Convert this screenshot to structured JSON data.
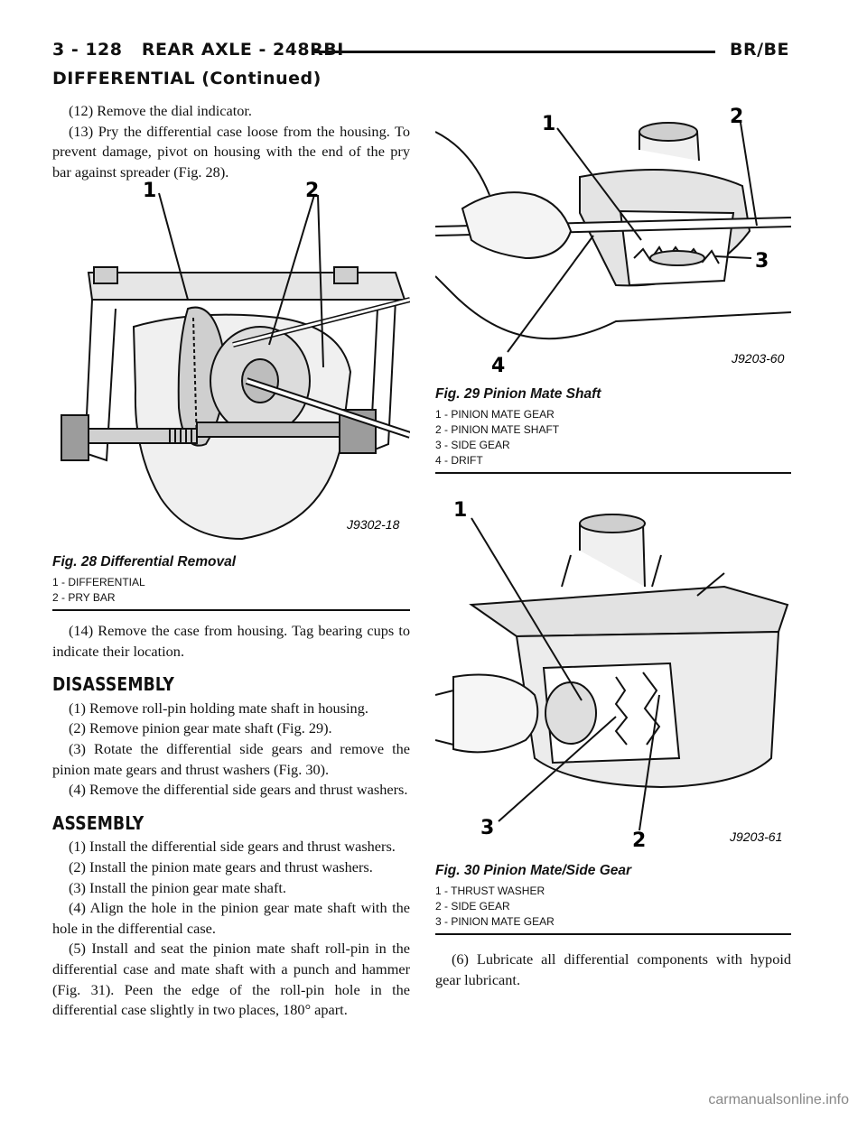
{
  "header": {
    "page": "3 - 128",
    "title": "REAR AXLE - 248RBI",
    "model": "BR/BE"
  },
  "section": "DIFFERENTIAL (Continued)",
  "left_column": {
    "intro_paragraphs": [
      "(12) Remove the dial indicator.",
      "(13) Pry the differential case loose from the housing. To prevent damage, pivot on housing with the end of the pry bar against spreader (Fig. 28)."
    ],
    "after_fig_paragraph": "(14) Remove the case from housing. Tag bearing cups to indicate their location.",
    "disassembly_heading": "DISASSEMBLY",
    "disassembly_steps": [
      "(1) Remove roll-pin holding mate shaft in housing.",
      "(2) Remove pinion gear mate shaft (Fig. 29).",
      "(3) Rotate the differential side gears and remove the pinion mate gears and thrust washers (Fig. 30).",
      "(4) Remove the differential side gears and thrust washers."
    ],
    "assembly_heading": "ASSEMBLY",
    "assembly_steps": [
      "(1) Install the differential side gears and thrust washers.",
      "(2) Install the pinion mate gears and thrust washers.",
      "(3) Install the pinion gear mate shaft.",
      "(4) Align the hole in the pinion gear mate shaft with the hole in the differential case.",
      "(5) Install and seat the pinion mate shaft roll-pin in the differential case and mate shaft with a punch and hammer (Fig. 31). Peen the edge of the roll-pin hole in the differential case slightly in two places, 180° apart."
    ]
  },
  "figures": {
    "fig28": {
      "title": "Fig. 28 Differential Removal",
      "code": "J9302-18",
      "callouts": [
        "1",
        "2"
      ],
      "legend": [
        "1 - DIFFERENTIAL",
        "2 - PRY BAR"
      ]
    },
    "fig29": {
      "title": "Fig. 29 Pinion Mate Shaft",
      "code": "J9203-60",
      "callouts": [
        "1",
        "2",
        "3",
        "4"
      ],
      "legend": [
        "1 - PINION MATE GEAR",
        "2 - PINION MATE SHAFT",
        "3 - SIDE GEAR",
        "4 - DRIFT"
      ]
    },
    "fig30": {
      "title": "Fig. 30 Pinion Mate/Side Gear",
      "code": "J9203-61",
      "callouts": [
        "1",
        "2",
        "3"
      ],
      "legend": [
        "1 - THRUST WASHER",
        "2 - SIDE GEAR",
        "3 - PINION MATE GEAR"
      ]
    }
  },
  "right_column_after": "(6) Lubricate all differential components with hypoid gear lubricant.",
  "watermark": "carmanualsonline.info"
}
